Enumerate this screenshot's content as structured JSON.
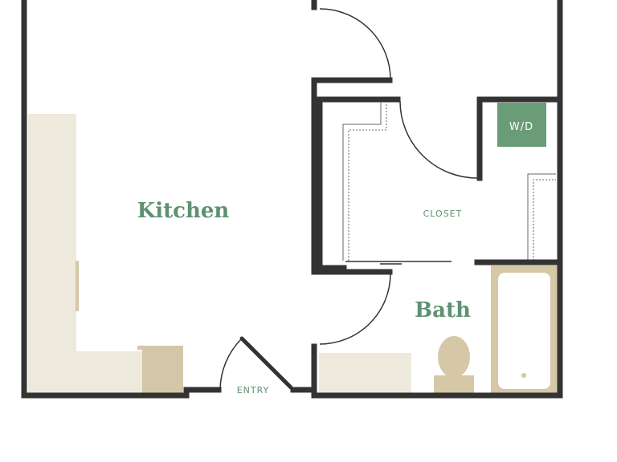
{
  "floorplan": {
    "rooms": {
      "kitchen": "Kitchen",
      "bath": "Bath",
      "closet": "CLOSET",
      "entry": "ENTRY",
      "washer_dryer": "W/D"
    },
    "colors": {
      "wall": "#333333",
      "cabinet": "#eee9dd",
      "counter_accent": "#d4c6a8",
      "fixture": "#d6c7a6",
      "washer_dryer": "#6a9c78",
      "label_green": "#5e9170",
      "background": "#ffffff"
    }
  }
}
